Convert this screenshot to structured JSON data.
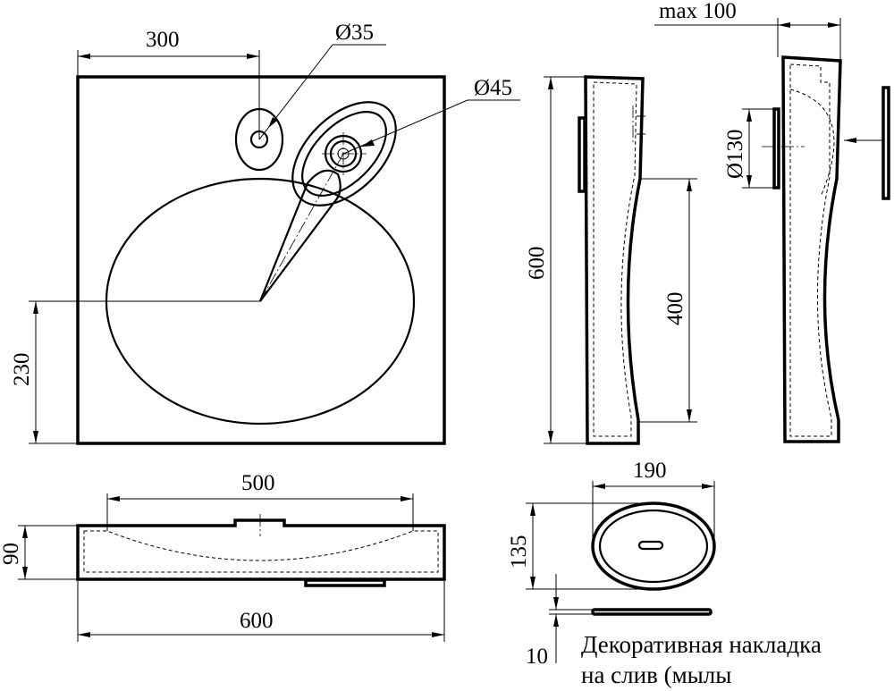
{
  "dimensions": {
    "top_width_offset": "300",
    "faucet_hole": "Ø35",
    "drain_hole": "Ø45",
    "bowl_offset": "230",
    "height": "600",
    "bowl_depth_height": "400",
    "max_depth": "max 100",
    "flange": "Ø130",
    "bowl_width": "500",
    "thickness": "90",
    "total_width": "600",
    "cover_width": "190",
    "cover_height": "135",
    "cover_thickness": "10"
  },
  "note": {
    "line1": "Декоративная накладка",
    "line2": "на слив (мылы"
  }
}
